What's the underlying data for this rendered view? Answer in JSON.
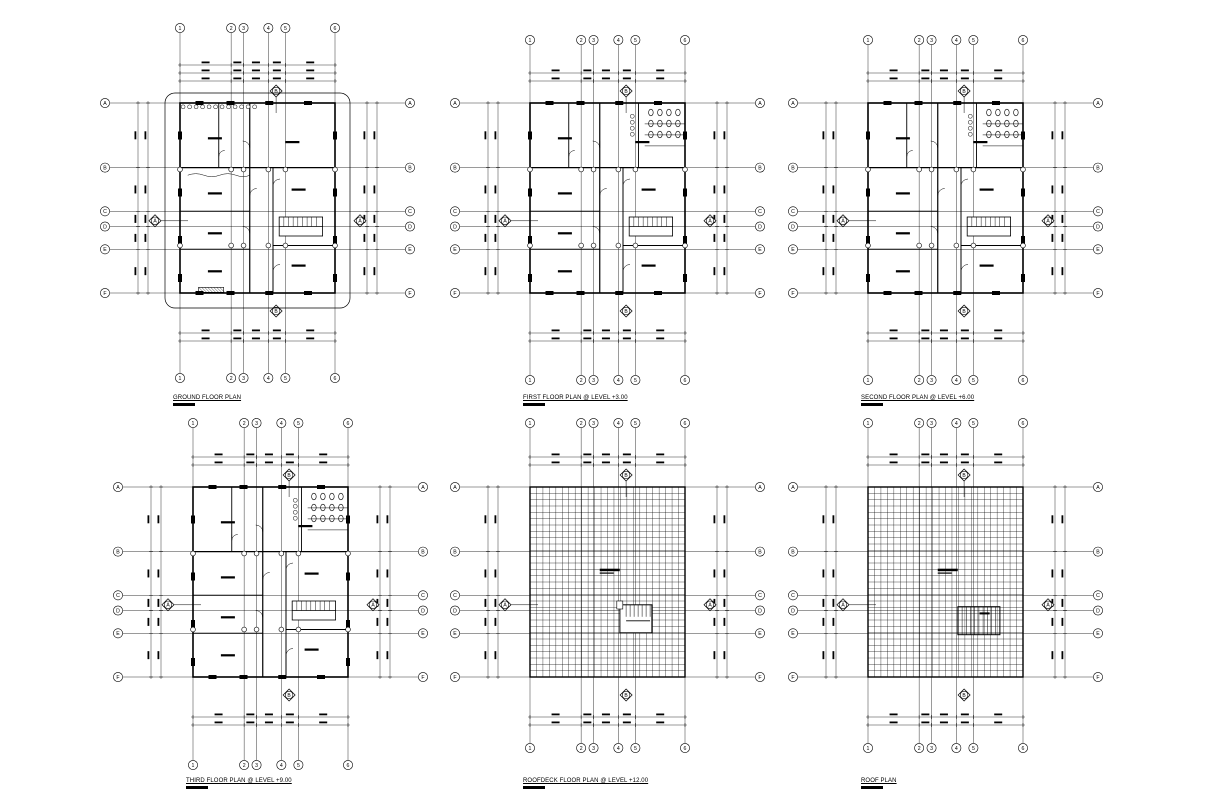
{
  "sheet": {
    "grid_columns": [
      "1",
      "2",
      "3",
      "4",
      "5",
      "6"
    ],
    "grid_rows": [
      "A",
      "B",
      "C",
      "D",
      "E",
      "F"
    ],
    "section_markers": [
      "A",
      "B"
    ],
    "plans": [
      {
        "title": "GROUND FLOOR PLAN"
      },
      {
        "title": "FIRST FLOOR PLAN @ LEVEL +3.00"
      },
      {
        "title": "SECOND FLOOR PLAN @ LEVEL +6.00"
      },
      {
        "title": "THIRD FLOOR PLAN @ LEVEL +9.00"
      },
      {
        "title": "ROOFDECK FLOOR PLAN @ LEVEL +12.00"
      },
      {
        "title": "ROOF PLAN"
      }
    ]
  }
}
